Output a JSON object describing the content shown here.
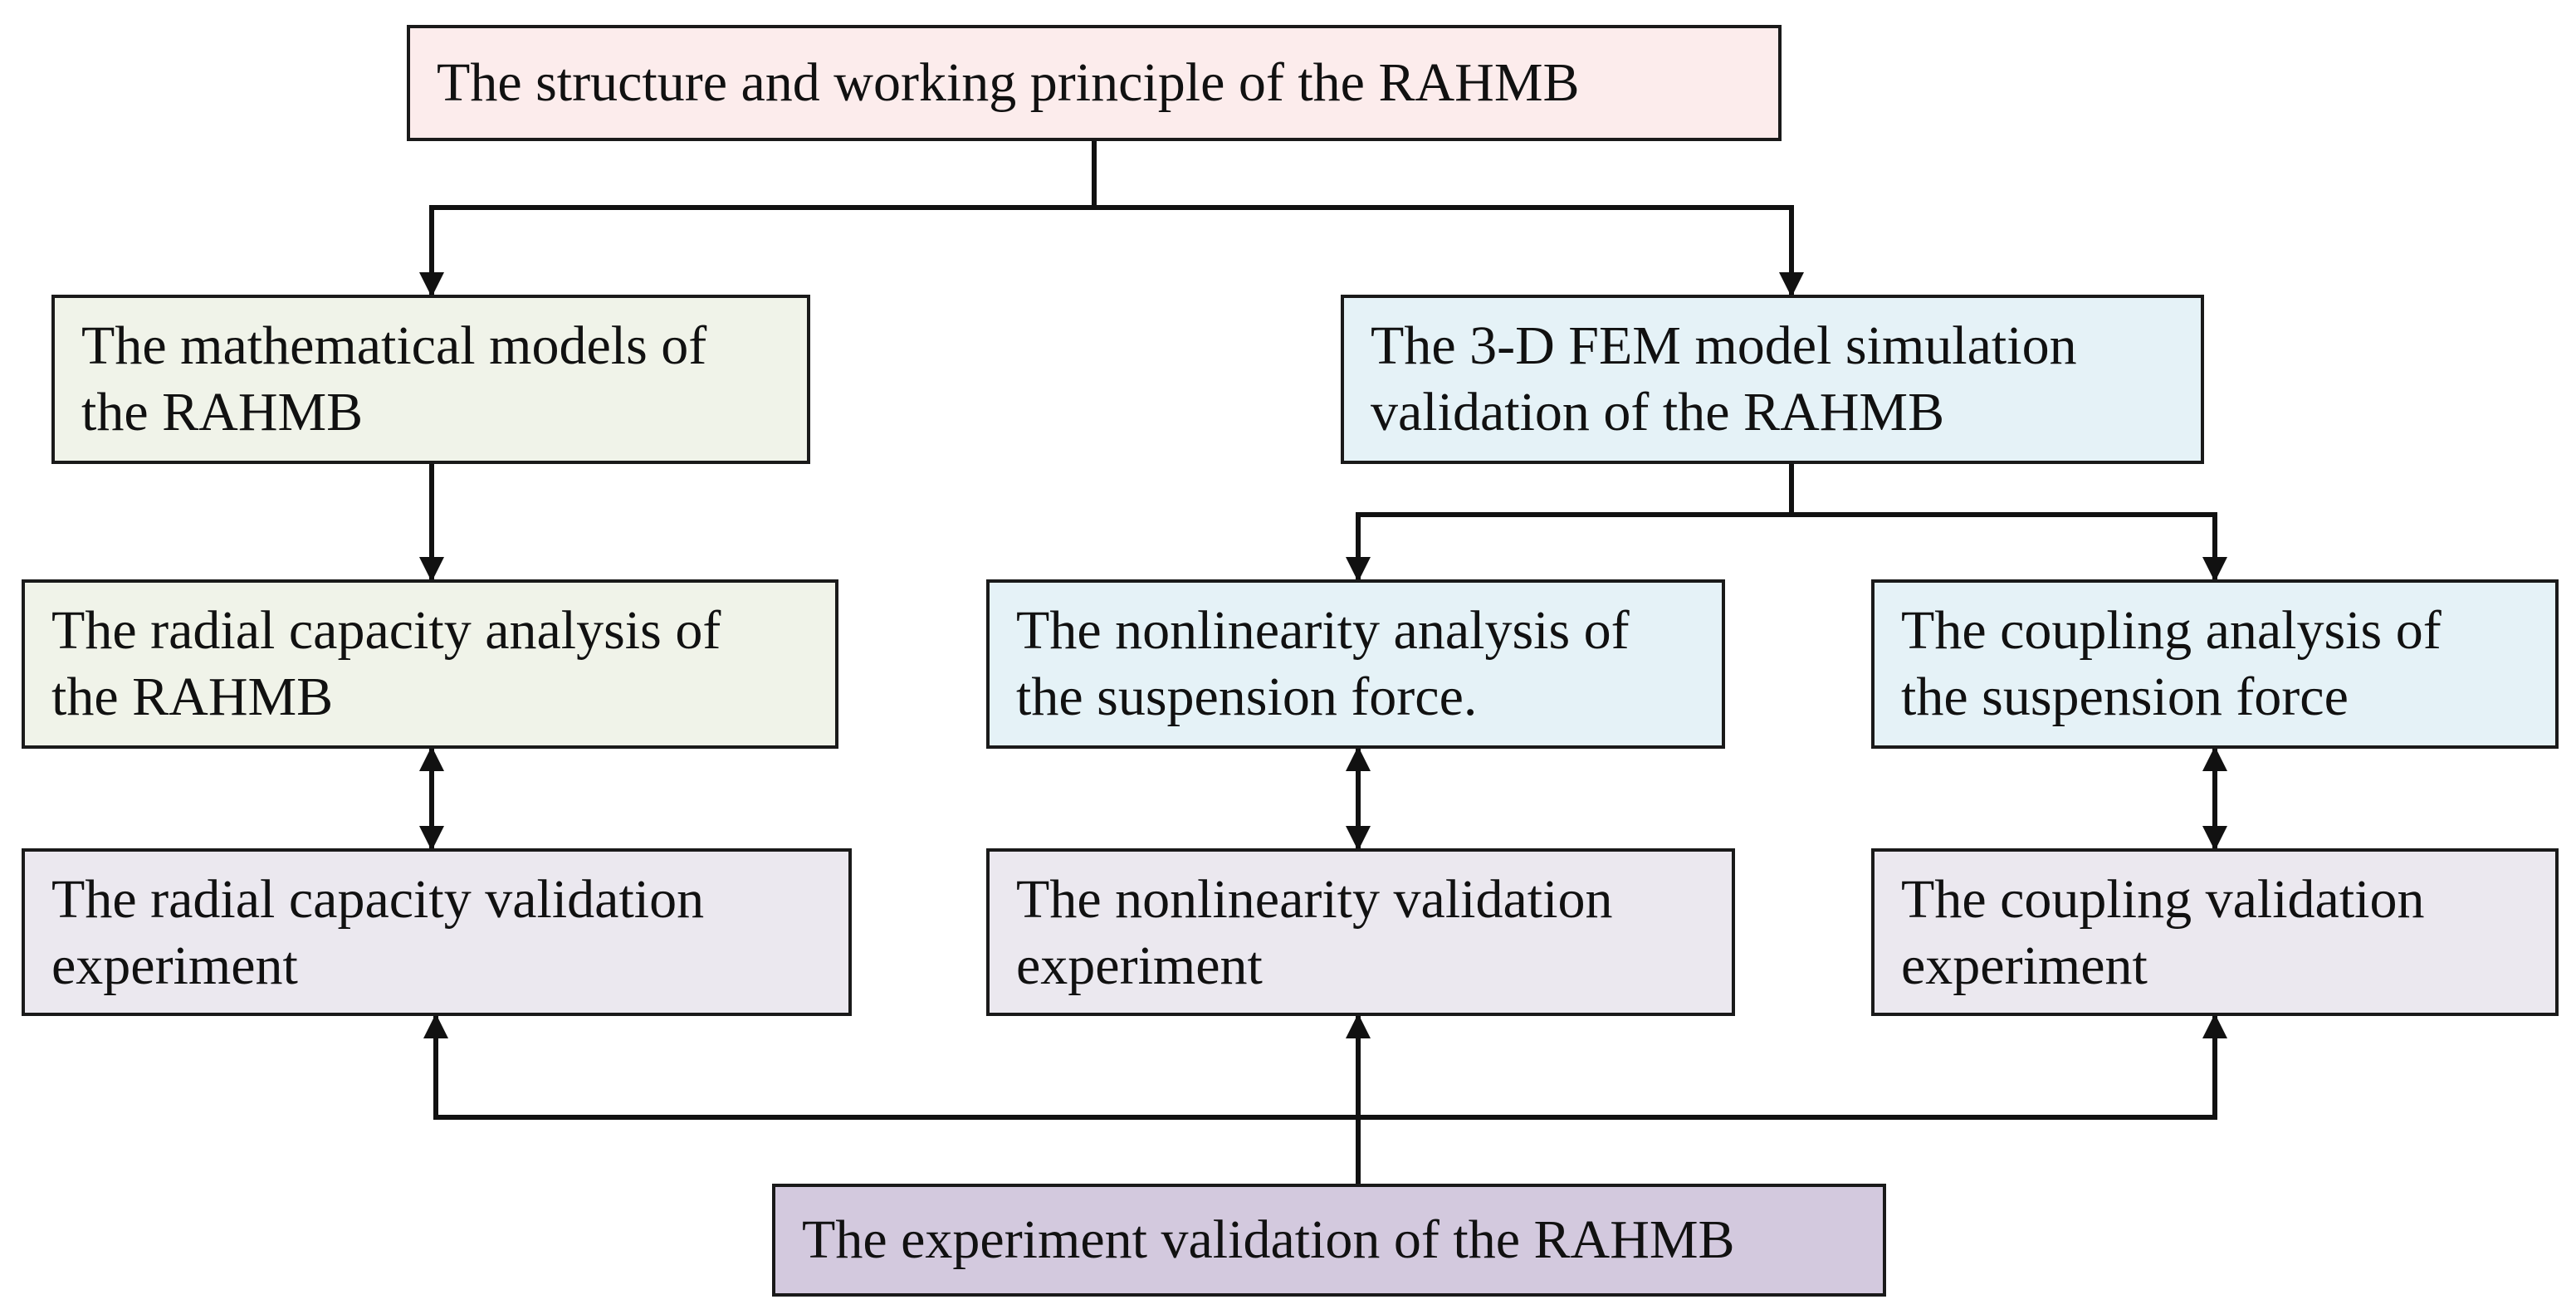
{
  "diagram": {
    "nodes": {
      "structure": {
        "lines": [
          "The structure and working principle of the RAHMB"
        ],
        "fill": "#fcecec"
      },
      "math_models": {
        "lines": [
          "The mathematical models of",
          "the RAHMB"
        ],
        "fill": "#f0f3e9"
      },
      "fem_sim": {
        "lines": [
          "The 3-D FEM model simulation",
          "validation of the RAHMB"
        ],
        "fill": "#e5f2f7"
      },
      "radial_analysis": {
        "lines": [
          "The radial capacity analysis of",
          "the RAHMB"
        ],
        "fill": "#f0f3e9"
      },
      "nonlin_analysis": {
        "lines": [
          "The nonlinearity analysis of",
          "the suspension force."
        ],
        "fill": "#e5f2f7"
      },
      "coupling_analysis": {
        "lines": [
          "The coupling analysis of",
          "the suspension force"
        ],
        "fill": "#e5f2f7"
      },
      "radial_exp": {
        "lines": [
          "The radial capacity validation",
          "experiment"
        ],
        "fill": "#ebe8ef"
      },
      "nonlin_exp": {
        "lines": [
          "The nonlinearity validation",
          "experiment"
        ],
        "fill": "#ebe8ef"
      },
      "coupling_exp": {
        "lines": [
          "The coupling validation",
          "experiment"
        ],
        "fill": "#ebe8ef"
      },
      "experiment": {
        "lines": [
          "The experiment validation of the RAHMB"
        ],
        "fill": "#d3c9de"
      }
    },
    "edges": [
      {
        "from": "structure",
        "to": "math_models",
        "type": "arrow"
      },
      {
        "from": "structure",
        "to": "fem_sim",
        "type": "arrow"
      },
      {
        "from": "math_models",
        "to": "radial_analysis",
        "type": "arrow"
      },
      {
        "from": "fem_sim",
        "to": "nonlin_analysis",
        "type": "arrow"
      },
      {
        "from": "fem_sim",
        "to": "coupling_analysis",
        "type": "arrow"
      },
      {
        "from": "radial_analysis",
        "to": "radial_exp",
        "type": "bidirectional"
      },
      {
        "from": "nonlin_analysis",
        "to": "nonlin_exp",
        "type": "bidirectional"
      },
      {
        "from": "coupling_analysis",
        "to": "coupling_exp",
        "type": "bidirectional"
      },
      {
        "from": "experiment",
        "to": "radial_exp",
        "type": "arrow"
      },
      {
        "from": "experiment",
        "to": "nonlin_exp",
        "type": "arrow"
      },
      {
        "from": "experiment",
        "to": "coupling_exp",
        "type": "arrow"
      }
    ],
    "line_color": "#111111"
  }
}
